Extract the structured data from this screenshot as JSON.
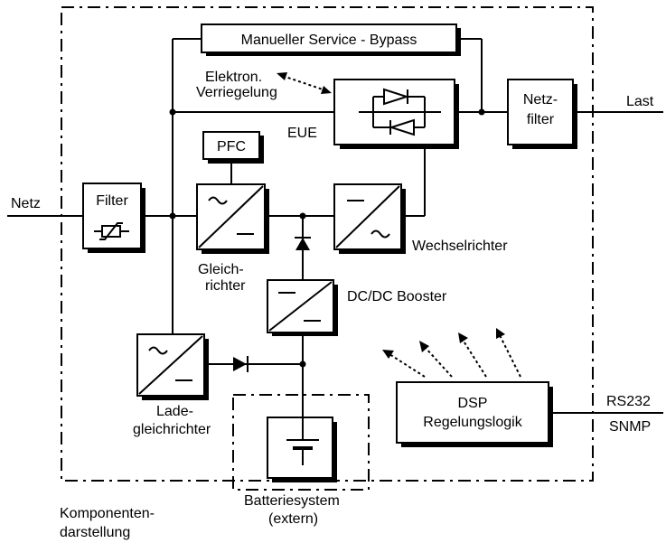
{
  "labels": {
    "bypass": "Manueller Service - Bypass",
    "interlock_line1": "Elektron.",
    "interlock_line2": "Verriegelung",
    "eue": "EUE",
    "netzfilter_line1": "Netz-",
    "netzfilter_line2": "filter",
    "last": "Last",
    "pfc": "PFC",
    "filter": "Filter",
    "netz": "Netz",
    "gleich_line1": "Gleich-",
    "gleich_line2": "richter",
    "wechselrichter": "Wechselrichter",
    "booster": "DC/DC Booster",
    "lade_line1": "Lade-",
    "lade_line2": "gleichrichter",
    "dsp_line1": "DSP",
    "dsp_line2": "Regelungslogik",
    "rs232": "RS232",
    "snmp": "SNMP",
    "battery_line1": "Batteriesystem",
    "battery_line2": "(extern)",
    "komponenten_line1": "Komponenten-",
    "komponenten_line2": "darstellung"
  },
  "icons": {
    "filter_box": "varistor-icon",
    "rectifier_box": "ac-dc-converter-icon",
    "inverter_box": "dc-ac-converter-icon",
    "booster_box": "dc-dc-converter-icon",
    "charger_box": "ac-dc-converter-icon",
    "eue_box": "antiparallel-thyristor-icon",
    "battery_box": "battery-icon"
  },
  "colors": {
    "line": "#000000",
    "background": "#ffffff"
  }
}
